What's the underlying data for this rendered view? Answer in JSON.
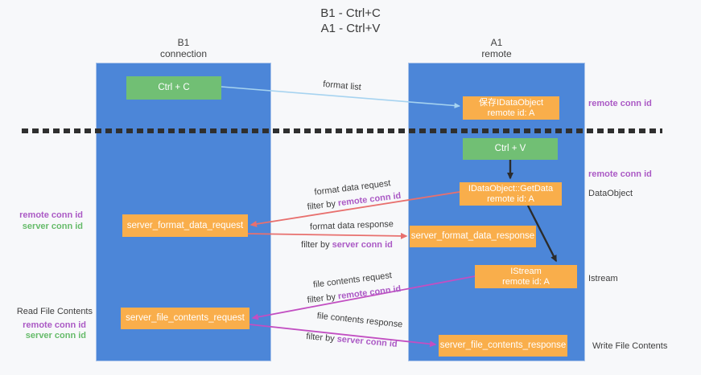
{
  "title": {
    "line1": "B1 - Ctrl+C",
    "line2": "A1 - Ctrl+V"
  },
  "lifelines": {
    "left": {
      "name": "B1",
      "role": "connection"
    },
    "right": {
      "name": "A1",
      "role": "remote"
    }
  },
  "nodes": {
    "ctrl_c": {
      "label": "Ctrl + C"
    },
    "save_idataobject": {
      "line1": "保存IDataObject",
      "line2": "remote id: A"
    },
    "ctrl_v": {
      "label": "Ctrl + V"
    },
    "getdata": {
      "line1": "IDataObject::GetData",
      "line2": "remote id: A"
    },
    "server_format_data_request": {
      "label": "server_format_data_request"
    },
    "server_format_data_response": {
      "label": "server_format_data_response"
    },
    "istream": {
      "line1": "IStream",
      "line2": "remote id: A"
    },
    "server_file_contents_request": {
      "label": "server_file_contents_request"
    },
    "server_file_contents_response": {
      "label": "server_file_contents_response"
    }
  },
  "arrows": {
    "format_list": {
      "label": "format list"
    },
    "format_data_request": {
      "label": "format data request",
      "filter_prefix": "filter by ",
      "filter_key": "remote conn id"
    },
    "format_data_response": {
      "label": "format data response",
      "filter_prefix": "filter by ",
      "filter_key": "server conn id"
    },
    "file_contents_request": {
      "label": "file contents request",
      "filter_prefix": "filter by ",
      "filter_key": "remote conn id"
    },
    "file_contents_response": {
      "label": "file contents response",
      "filter_prefix": "filter by ",
      "filter_key": "server conn id"
    }
  },
  "side_labels": {
    "right_top_conn_id": "remote conn id",
    "right_mid_conn_id": "remote conn id",
    "dataobject": "DataObject",
    "istream": "Istream",
    "write_file_contents": "Write File Contents",
    "left_format_remote": "remote conn id",
    "left_format_server": "server conn id",
    "read_file_contents": "Read File Contents",
    "left_file_remote": "remote conn id",
    "left_file_server": "server conn id"
  },
  "colors": {
    "lifeline_blue": "#4c86d8",
    "box_green": "#71bf74",
    "box_orange": "#f9ae4b",
    "arrow_lightblue": "#a6d3f0",
    "arrow_salmon": "#e8706e",
    "arrow_magenta": "#c24fc2",
    "arrow_black": "#2b2b2b",
    "text_purple": "#ab5ac5",
    "text_green": "#66bb6a",
    "text_dark": "#3d3d3d"
  }
}
